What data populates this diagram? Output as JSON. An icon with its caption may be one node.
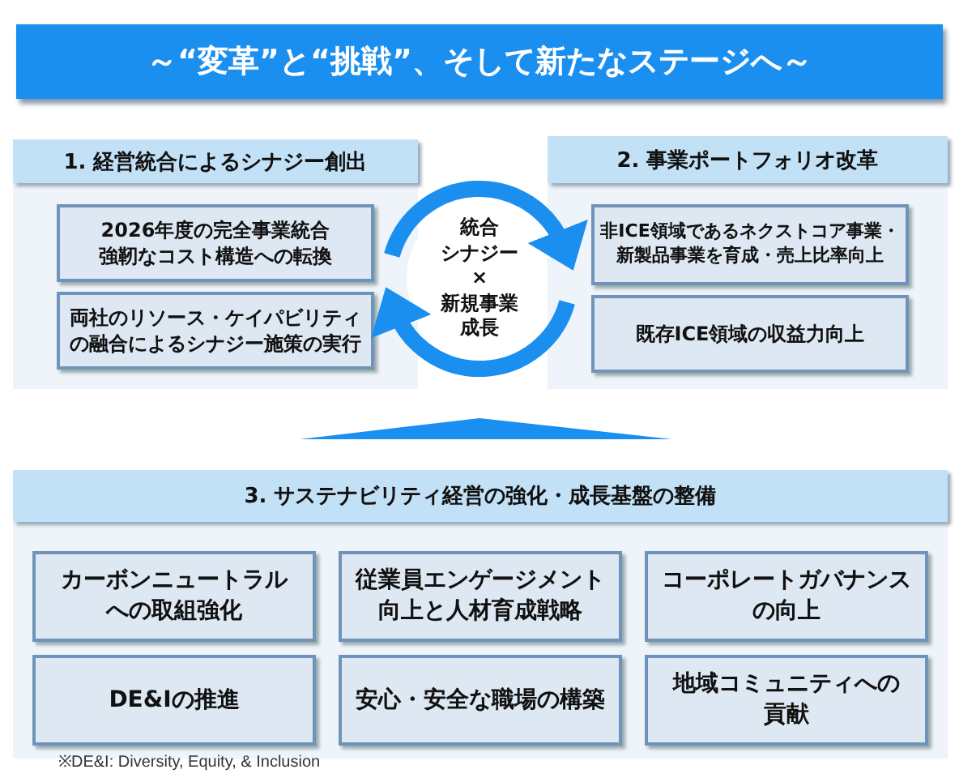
{
  "diagram": {
    "title": "～“変革”と“挑戦”、そして新たなステージへ～",
    "nodes": [
      {
        "text": [
          "1. 経営統合によるシナジー創出"
        ]
      },
      {
        "text": [
          "2026年度の完全事業統合強靭なコスト構造への転換"
        ],
        "in": 0
      },
      {
        "text": [
          "両社のリソース・ケイパビリティの融合によるシナジー施策の実行"
        ],
        "in": 0
      },
      {
        "text": [
          "統合シナジー×新規事業成長"
        ]
      },
      {
        "text": [
          "2. 事業ポートフォリオ改革"
        ]
      },
      {
        "text": [
          "非ICE領域であるネクストコア事業・新製品事業を育成・売上比率向上"
        ],
        "in": 4
      },
      {
        "text": [
          "既存ICE領域の収益力向上"
        ],
        "in": 4
      },
      {
        "text": [
          "3. サステナビリティ経営の強化・成長基盤の整備"
        ]
      },
      {
        "text": [
          "カーボンニュートラルへの取組強化"
        ],
        "in": 7
      },
      {
        "text": [
          "従業員エンゲージメント向上と人材育成戦略"
        ],
        "in": 7
      },
      {
        "text": [
          "コーポレートガバナンスの向上"
        ],
        "in": 7
      },
      {
        "text": [
          "DE&Iの推進"
        ],
        "in": 7
      },
      {
        "text": [
          "安心・安全な職場の構築"
        ],
        "in": 7
      },
      {
        "text": [
          "地域コミュニティへの貢献"
        ],
        "in": 7
      }
    ],
    "edges": [
      {
        "from": 3,
        "to": 5,
        "arrow": "to"
      },
      {
        "from": 3,
        "to": 2,
        "arrow": "to"
      }
    ],
    "labels": [
      "※DE&I: Diversity, Equity, & Inclusion"
    ]
  }
}
